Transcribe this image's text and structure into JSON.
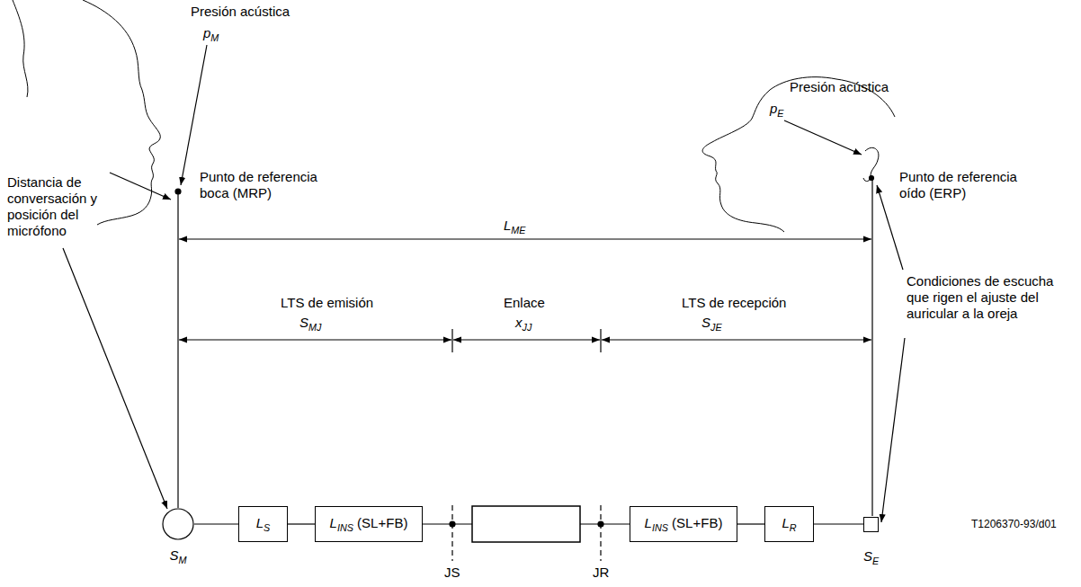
{
  "diagram": {
    "nodes": [
      {
        "text": [
          "SM"
        ]
      },
      {
        "text": [
          "LS"
        ]
      },
      {
        "text": [
          "LINS (SL+FB)"
        ]
      },
      {
        "text": [
          "LINS (SL+FB)"
        ]
      },
      {
        "text": [
          "LR"
        ]
      },
      {
        "text": [
          "SE"
        ]
      }
    ],
    "edges": [
      {
        "from": 0,
        "to": 1,
        "arrow": "none"
      },
      {
        "from": 1,
        "to": 2,
        "arrow": "none"
      },
      {
        "from": 3,
        "to": 4,
        "arrow": "none"
      },
      {
        "from": 4,
        "to": 5,
        "arrow": "none"
      }
    ],
    "labels": [
      "Presión acústica",
      "pM",
      "Punto de referencia boca (MRP)",
      "Presión acústica",
      "pE",
      "Punto de referencia oído (ERP)",
      "Distancia de conversación y posición del micrófono",
      "LME",
      "Condiciones de escucha que rigen el ajuste del auricular a la oreja",
      "LTS de emisión",
      "Enlace",
      "LTS de recepción",
      "SMJ",
      "xJJ",
      "SJE",
      "JS",
      "JR",
      "T1206370-93/d01"
    ]
  }
}
